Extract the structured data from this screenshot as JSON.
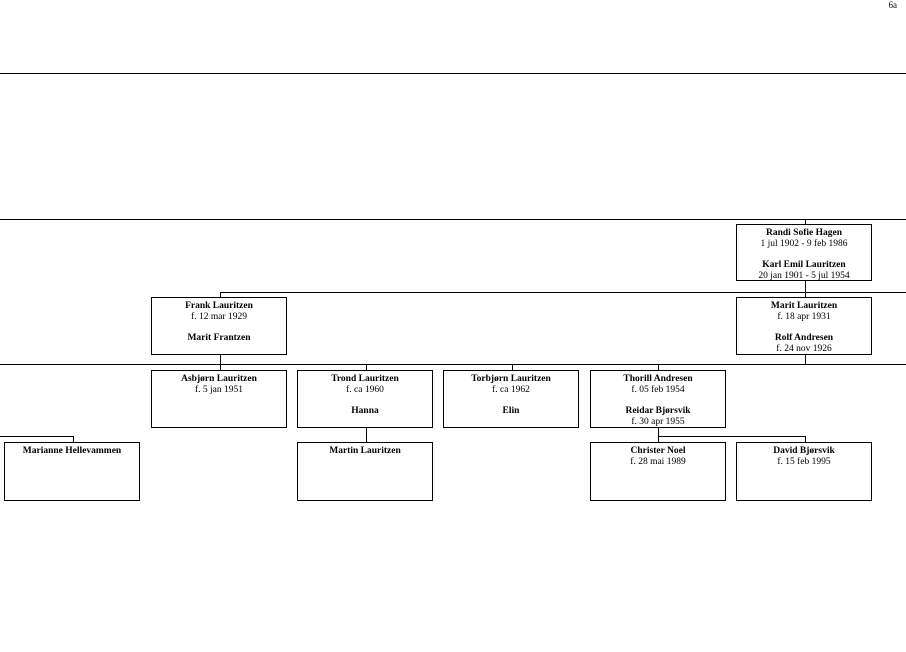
{
  "page_number": "6a",
  "people": {
    "randi": {
      "name": "Randi Sofie Hagen",
      "dates": "1 jul 1902 - 9 feb 1986"
    },
    "karl": {
      "name": "Karl Emil Lauritzen",
      "dates": "20 jan 1901 - 5 jul 1954"
    },
    "frank": {
      "name": "Frank Lauritzen",
      "dates": "f. 12 mar 1929"
    },
    "maritf": {
      "name": "Marit Frantzen"
    },
    "maritl": {
      "name": "Marit Lauritzen",
      "dates": "f. 18 apr 1931"
    },
    "rolf": {
      "name": "Rolf Andresen",
      "dates": "f. 24 nov 1926"
    },
    "asbjorn": {
      "name": "Asbjørn Lauritzen",
      "dates": "f. 5 jan 1951"
    },
    "trond": {
      "name": "Trond Lauritzen",
      "dates": "f. ca 1960"
    },
    "hanna": {
      "name": "Hanna"
    },
    "torbjorn": {
      "name": "Torbjørn Lauritzen",
      "dates": "f. ca 1962"
    },
    "elin": {
      "name": "Elin"
    },
    "thorill": {
      "name": "Thorill Andresen",
      "dates": "f. 05 feb 1954"
    },
    "reidar": {
      "name": "Reidar Bjørsvik",
      "dates": "f. 30 apr 1955"
    },
    "marianne": {
      "name": "Marianne Hellevammen"
    },
    "martin": {
      "name": "Martin Lauritzen"
    },
    "christer": {
      "name": "Christer Noel",
      "dates": "f. 28 mai 1989"
    },
    "david": {
      "name": "David Bjørsvik",
      "dates": "f. 15 feb 1995"
    }
  }
}
